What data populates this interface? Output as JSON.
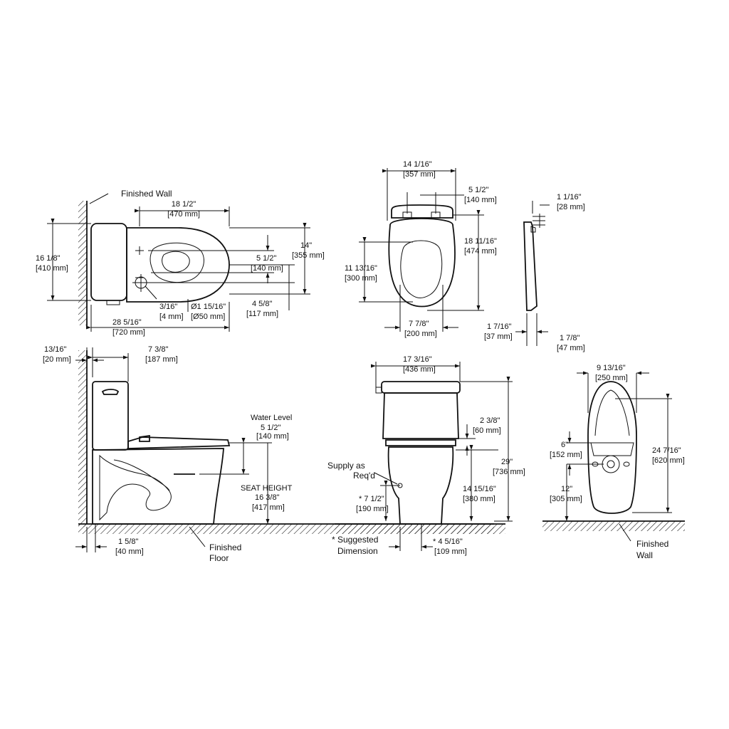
{
  "top_view": {
    "finished_wall": "Finished Wall",
    "len_overall": "18 1/2\"",
    "len_overall_mm": "[470 mm]",
    "depth": "16 1/8\"",
    "depth_mm": "[410 mm]",
    "width": "14\"",
    "width_mm": "[355 mm]",
    "hole_spacing": "5 1/2\"",
    "hole_spacing_mm": "[140 mm]",
    "offset": "4 5/8\"",
    "offset_mm": "[117 mm]",
    "small": "3/16\"",
    "small_mm": "[4 mm]",
    "drain": "Ø1 15/16\"",
    "drain_mm": "[Ø50 mm]",
    "total": "28 5/16\"",
    "total_mm": "[720 mm]"
  },
  "seat_view": {
    "width": "14 1/16\"",
    "width_mm": "[357 mm]",
    "hinge": "5 1/2\"",
    "hinge_mm": "[140 mm]",
    "length": "18 11/16\"",
    "length_mm": "[474 mm]",
    "opening_len": "11 13/16\"",
    "opening_len_mm": "[300 mm]",
    "opening_w": "7 7/8\"",
    "opening_w_mm": "[200 mm]"
  },
  "seat_side": {
    "top": "1 1/16\"",
    "top_mm": "[28 mm]",
    "bottom_a": "1 7/16\"",
    "bottom_a_mm": "[37 mm]",
    "bottom_b": "1 7/8\"",
    "bottom_b_mm": "[47 mm]"
  },
  "side_view": {
    "wall_gap": "13/16\"",
    "wall_gap_mm": "[20 mm]",
    "tank_depth": "7 3/8\"",
    "tank_depth_mm": "[187 mm]",
    "water_level": "Water Level",
    "water_dim": "5 1/2\"",
    "water_dim_mm": "[140 mm]",
    "seat_height_label": "SEAT HEIGHT",
    "seat_height": "16 3/8\"",
    "seat_height_mm": "[417 mm]",
    "base_offset": "1 5/8\"",
    "base_offset_mm": "[40 mm]",
    "finished_floor_1": "Finished",
    "finished_floor_2": "Floor"
  },
  "front_view": {
    "width": "17 3/16\"",
    "width_mm": "[436 mm]",
    "lid": "2 3/8\"",
    "lid_mm": "[60 mm]",
    "height": "29\"",
    "height_mm": "[736 mm]",
    "rim": "14 15/16\"",
    "rim_mm": "[380 mm]",
    "supply_1": "Supply as",
    "supply_2": "Req'd",
    "supply_h": "* 7 1/2\"",
    "supply_h_mm": "[190 mm]",
    "supply_off": "* 4 5/16\"",
    "supply_off_mm": "[109 mm]",
    "suggested_1": "* Suggested",
    "suggested_2": "Dimension"
  },
  "rear_view": {
    "width": "9 13/16\"",
    "width_mm": "[250 mm]",
    "height": "24 7/16\"",
    "height_mm": "[620 mm]",
    "upper": "6\"",
    "upper_mm": "[152 mm]",
    "lower": "12\"",
    "lower_mm": "[305 mm]",
    "finished_wall_1": "Finished",
    "finished_wall_2": "Wall"
  }
}
